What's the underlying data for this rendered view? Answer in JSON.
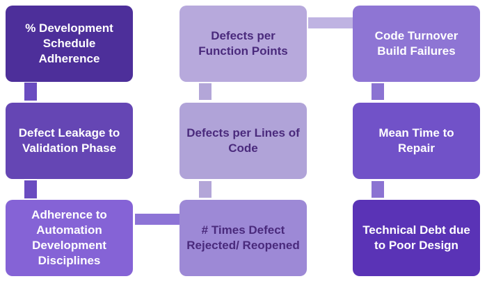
{
  "boxes": {
    "dev_schedule": {
      "label": "% Development Schedule Adherence",
      "color": "#4d2f9a"
    },
    "defect_leakage": {
      "label": "Defect Leakage to Validation Phase",
      "color": "#6546b4"
    },
    "automation": {
      "label": "Adherence to Automation Development Disciplines",
      "color": "#8563d6"
    },
    "defects_fp": {
      "label": "Defects per Function Points",
      "color": "#b7a9dc"
    },
    "defects_loc": {
      "label": "Defects per Lines of Code",
      "color": "#b0a3d8"
    },
    "times_rejected": {
      "label": "# Times Defect Rejected/ Reopened",
      "color": "#9d89d6"
    },
    "code_turnover": {
      "label": "Code Turnover Build Failures",
      "color": "#8e75d4"
    },
    "mttr": {
      "label": "Mean Time to Repair",
      "color": "#7152c8"
    },
    "tech_debt": {
      "label": "Technical Debt due to Poor Design",
      "color": "#5a33b6"
    }
  },
  "connector_colors": {
    "col1": "#6a4cc0",
    "col2": "#b3a6d8",
    "col3": "#8b73d2",
    "h_bottom": "#8d74d6",
    "h_top": "#bfb3e2"
  }
}
